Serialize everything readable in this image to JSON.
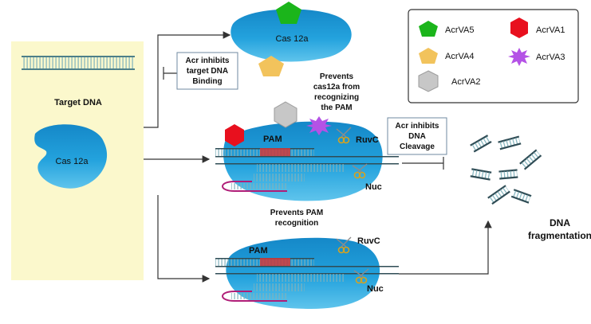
{
  "left_panel": {
    "target_dna_label": "Target DNA",
    "cas_label": "Cas 12a"
  },
  "top_cas": {
    "cas_label": "Cas 12a",
    "inhibit_box": [
      "Acr inhibits",
      "target DNA",
      "Binding"
    ],
    "prevents_text": [
      "Prevents",
      "cas12a from",
      "recognizing",
      "the PAM"
    ]
  },
  "legend": {
    "items": [
      {
        "label": "AcrVA5",
        "shape": "pentagon-icon",
        "color": "#1bb51b"
      },
      {
        "label": "AcrVA1",
        "shape": "hexagon-icon",
        "color": "#e8101e"
      },
      {
        "label": "AcrVA4",
        "shape": "pentagon-icon",
        "color": "#f2c35c"
      },
      {
        "label": "AcrVA3",
        "shape": "starburst-icon",
        "color": "#b452e6"
      },
      {
        "label": "AcrVA2",
        "shape": "hexagon-icon",
        "color": "#c7c7c7"
      }
    ]
  },
  "middle_complex": {
    "pam_label": "PAM",
    "ruvc_label": "RuvC",
    "nuc_label": "Nuc",
    "inhibit_box": [
      "Acr inhibits",
      "DNA",
      "Cleavage"
    ],
    "prevents_text": [
      "Prevents PAM",
      "recognition"
    ]
  },
  "bottom_complex": {
    "pam_label": "PAM",
    "ruvc_label": "RuvC",
    "nuc_label": "Nuc"
  },
  "fragmentation_label": [
    "DNA",
    "fragmentation"
  ],
  "colors": {
    "cas_blue": "#1f97d6",
    "panel_yellow": "#fbf8cc",
    "dna_teal": "#7fb2bc",
    "pam_red": "#d0383a",
    "crrna_magenta": "#b01e78",
    "arrow": "#333333"
  }
}
